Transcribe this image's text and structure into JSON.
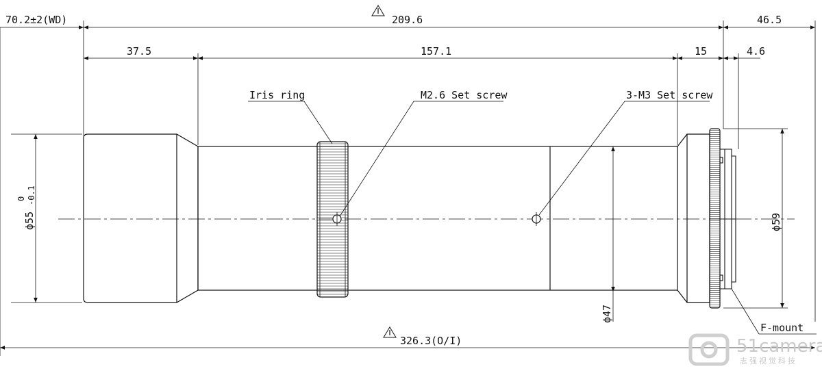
{
  "dimensions": {
    "wd": "70.2±2(WD)",
    "length_top": "209.6",
    "right_ext": "46.5",
    "front": "37.5",
    "middle": "157.1",
    "rear": "15",
    "flange": "4.6",
    "dia_front": "ϕ55",
    "dia_front_tol_upper": "0",
    "dia_front_tol_lower": "-0.1",
    "dia_body": "ϕ47",
    "dia_mount": "ϕ59",
    "total": "326.3(O/I)"
  },
  "callouts": {
    "iris": "Iris ring",
    "m26": "M2.6 Set screw",
    "m3": "3-M3 Set screw",
    "mount": "F-mount"
  },
  "watermark": {
    "brand": "51camera",
    "tagline": "志强视觉科技"
  },
  "icons": {
    "note_marker": "triangle-1-icon",
    "logo": "camera-logo-icon"
  }
}
